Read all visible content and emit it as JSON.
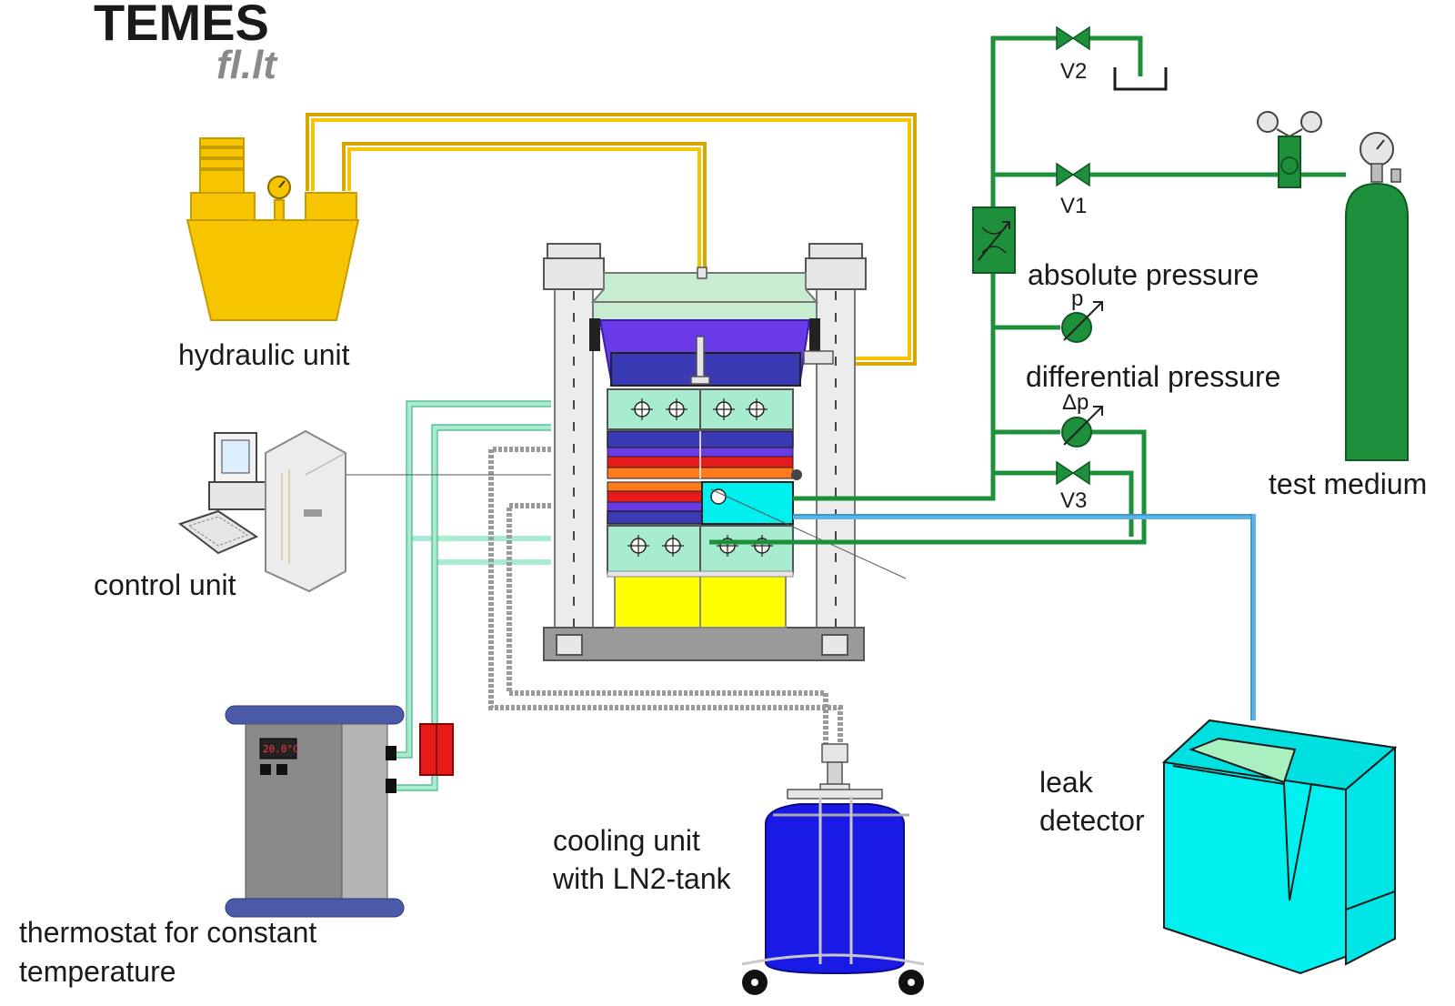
{
  "logo": {
    "main": "TEMES",
    "sub": "fl.lt"
  },
  "labels": {
    "hydraulic_unit": "hydraulic unit",
    "control_unit": "control unit",
    "thermostat_line1": "thermostat for constant",
    "thermostat_line2": "temperature",
    "cooling_line1": "cooling unit",
    "cooling_line2": "with LN2-tank",
    "leak_line1": "leak",
    "leak_line2": "detector",
    "test_medium": "test medium",
    "absolute_pressure": "absolute pressure",
    "differential_pressure": "differential pressure",
    "p_symbol": "p",
    "dp_symbol": "Δp"
  },
  "valves": {
    "v1": "V1",
    "v2": "V2",
    "v3": "V3"
  },
  "thermostat_display": "20.0°C",
  "colors": {
    "hydraulic": "#f7c500",
    "hydraulic_line": "#d9a800",
    "gas_line": "#1e8f3a",
    "coolant_line": "#a8ecd0",
    "ln2_line": "#9a9a9a",
    "leak_line": "#5ab4e6",
    "leak_detector": "#00f0f0",
    "ln2_tank": "#1a1ae6",
    "press_top": "#6a3ae6",
    "platen": "#a8ecd0",
    "heater_red": "#e61a1a",
    "heater_blue": "#2a3ab4",
    "base_yellow": "#ffff00",
    "cylinder": "#1e8f3a"
  }
}
